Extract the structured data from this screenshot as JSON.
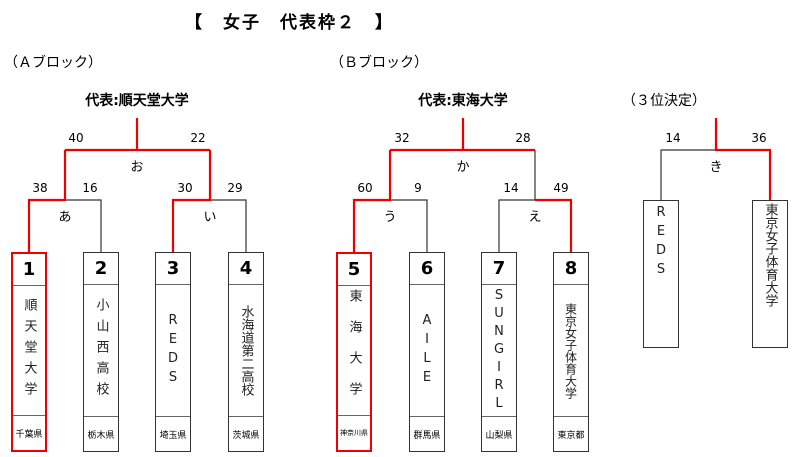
{
  "title": "【　女子　代表枠２　】",
  "blocks": {
    "a": {
      "label": "（Ａブロック）",
      "representative": "代表:順天堂大学",
      "final_mark": "お",
      "final_scores": [
        "40",
        "22"
      ],
      "semis": [
        {
          "mark": "あ",
          "scores": [
            "38",
            "16"
          ]
        },
        {
          "mark": "い",
          "scores": [
            "30",
            "29"
          ]
        }
      ]
    },
    "b": {
      "label": "（Ｂブロック）",
      "representative": "代表:東海大学",
      "final_mark": "か",
      "final_scores": [
        "32",
        "28"
      ],
      "semis": [
        {
          "mark": "う",
          "scores": [
            "60",
            "9"
          ]
        },
        {
          "mark": "え",
          "scores": [
            "14",
            "49"
          ]
        }
      ]
    },
    "third": {
      "label": "（３位決定）",
      "mark": "き",
      "scores": [
        "14",
        "36"
      ],
      "teams": [
        "REDS",
        "東京女子体育大学"
      ]
    }
  },
  "teams": [
    {
      "seed": "1",
      "name": "順天堂大学",
      "pref": "千葉県"
    },
    {
      "seed": "2",
      "name": "小山西高校",
      "pref": "栃木県"
    },
    {
      "seed": "3",
      "name": "REDS",
      "pref": "埼玉県"
    },
    {
      "seed": "4",
      "name": "水海道第二高校",
      "pref": "茨城県"
    },
    {
      "seed": "5",
      "name": "東海大学",
      "pref": "神奈川県"
    },
    {
      "seed": "6",
      "name": "AILE",
      "pref": "群馬県"
    },
    {
      "seed": "7",
      "name": "SUNGIRL",
      "pref": "山梨県"
    },
    {
      "seed": "8",
      "name": "東京女子体育大学",
      "pref": "東京都"
    }
  ],
  "colors": {
    "winner": "#e00000",
    "line": "#333333"
  }
}
